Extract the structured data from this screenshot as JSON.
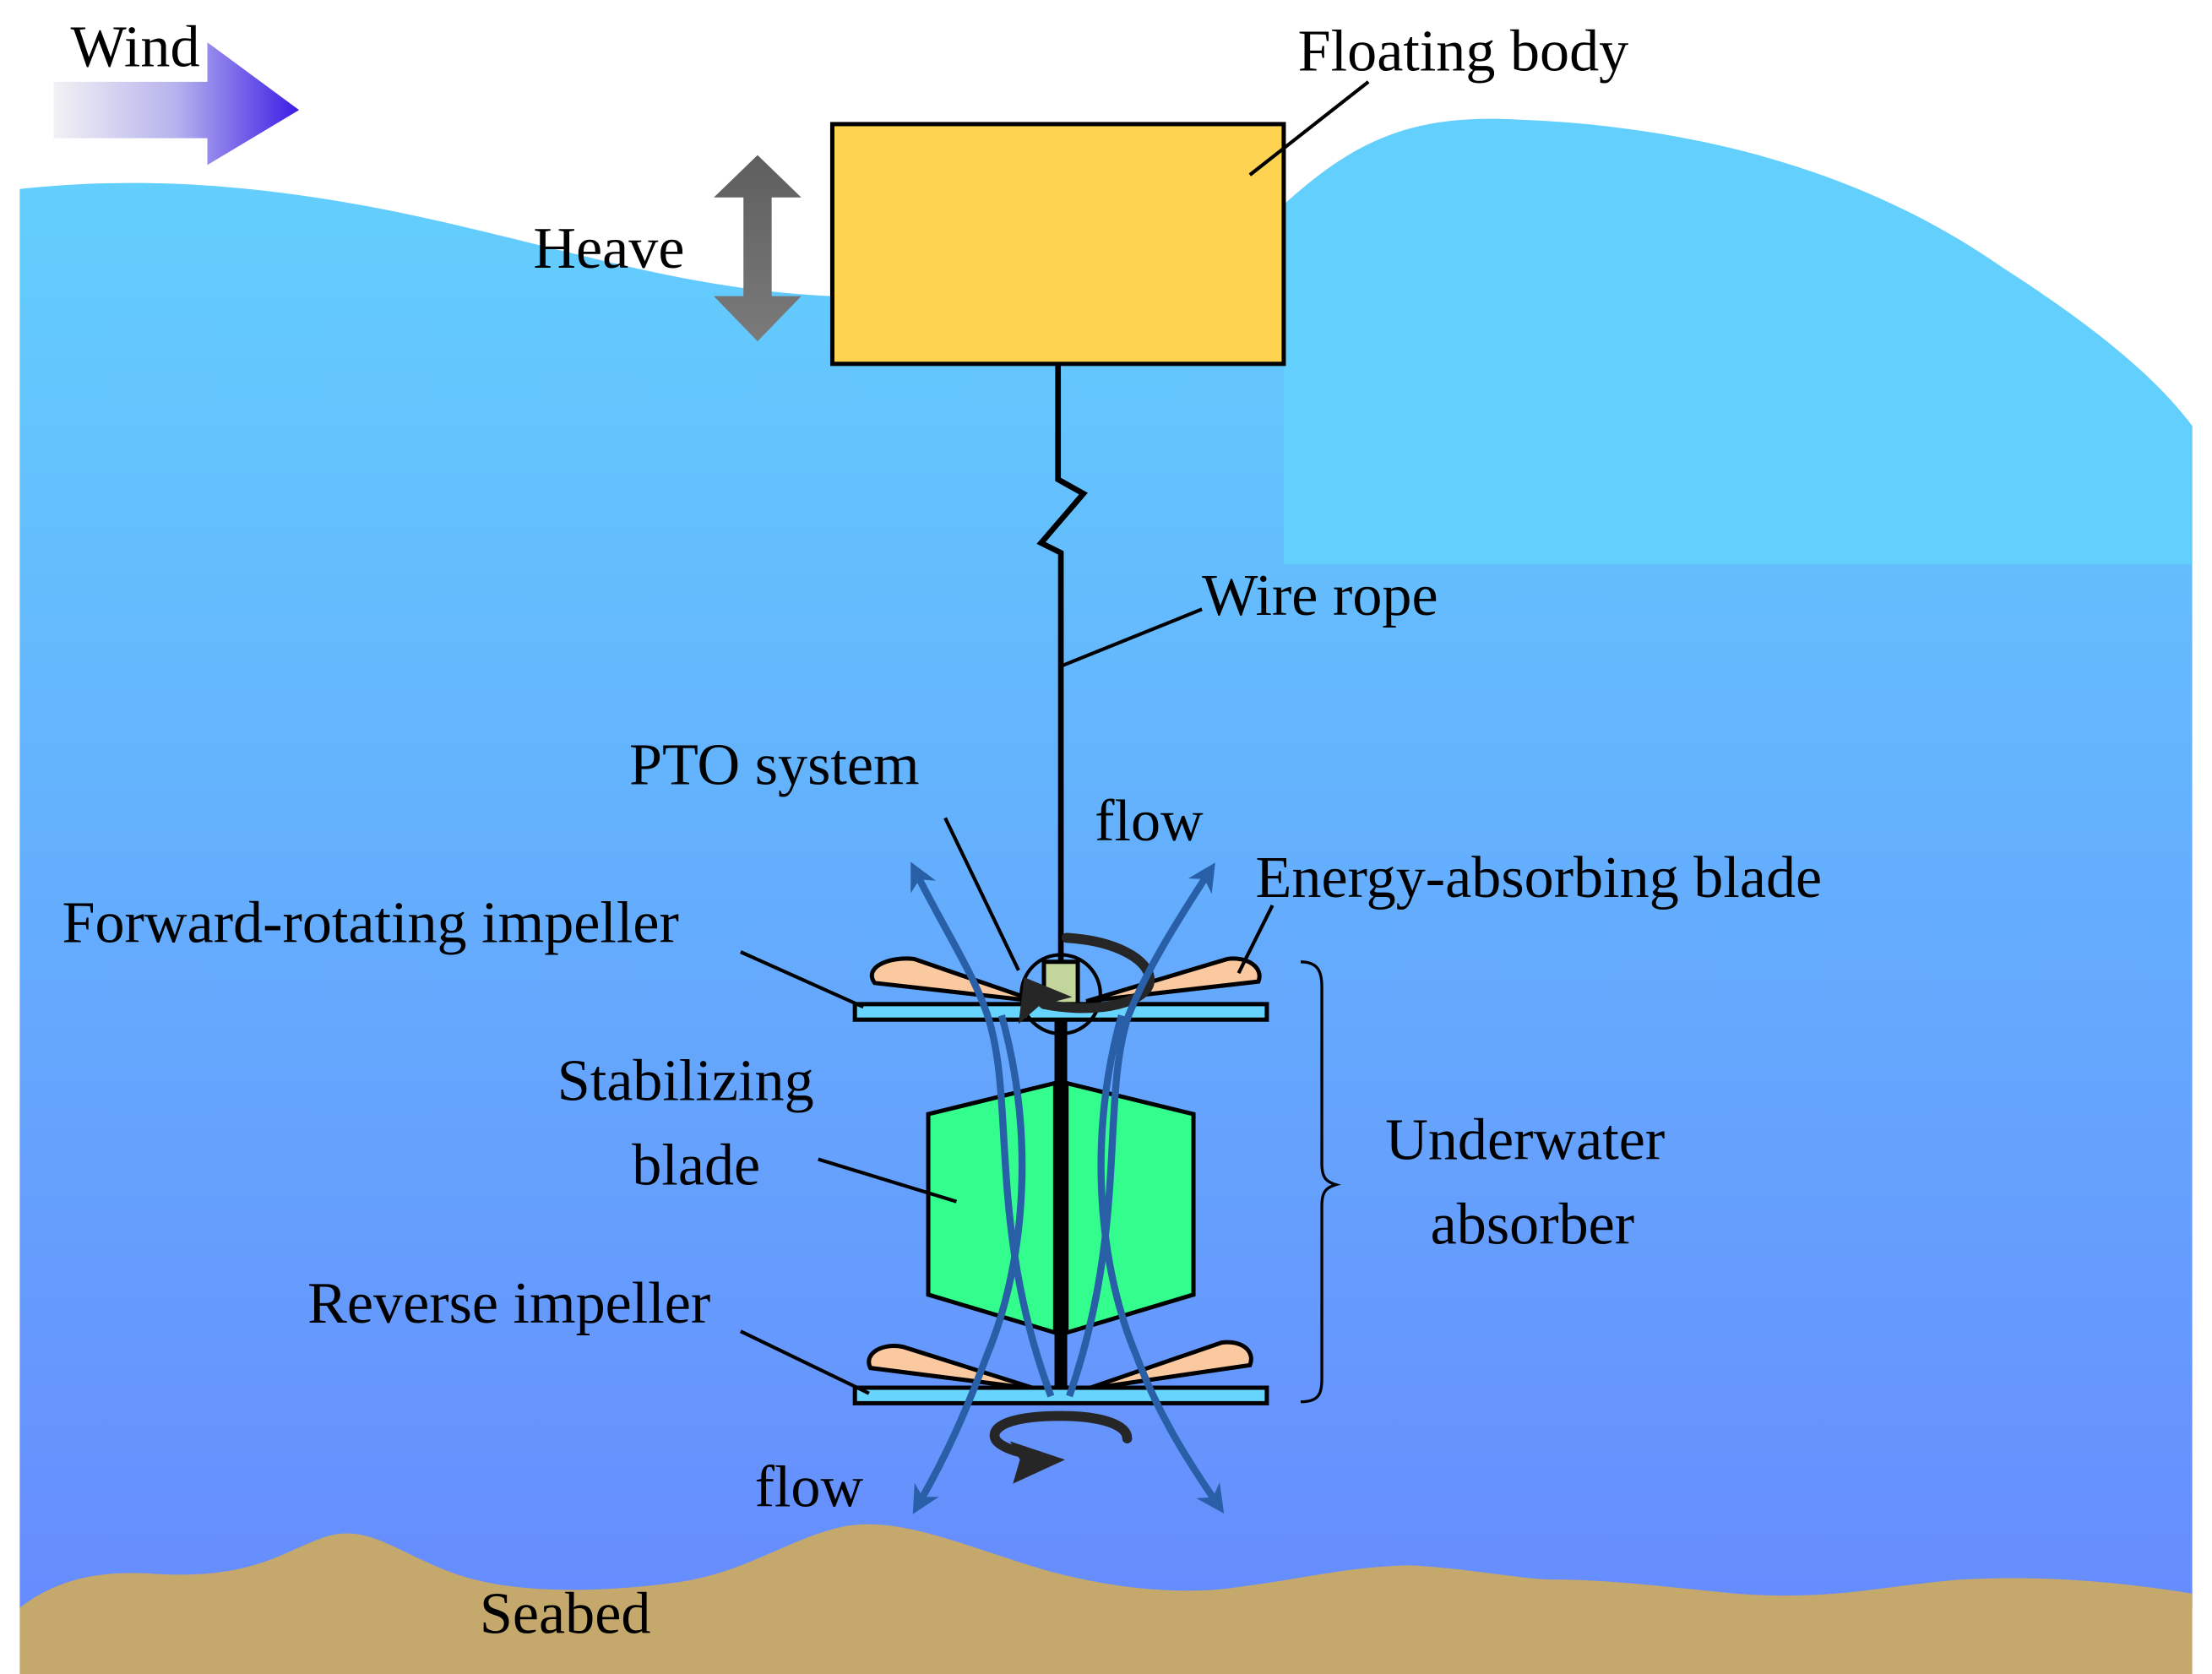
{
  "diagram": {
    "type": "schematic",
    "subject": "Floating wave energy converter with underwater absorber",
    "labels": {
      "wind": "Wind",
      "heave": "Heave",
      "floating_body": "Floating body",
      "wire_rope": "Wire rope",
      "pto_system": "PTO system",
      "flow_top": "flow",
      "energy_absorbing_blade": "Energy-absorbing blade",
      "forward_rotating_impeller": "Forward-rotating impeller",
      "stabilizing_blade_line1": "Stabilizing",
      "stabilizing_blade_line2": "blade",
      "underwater_absorber_line1": "Underwater",
      "underwater_absorber_line2": "absorber",
      "reverse_impeller": "Reverse impeller",
      "flow_bottom": "flow",
      "seabed": "Seabed"
    },
    "colors": {
      "water_top": "#63cffd",
      "water_bottom": "#668cfd",
      "floating_body": "#fdd351",
      "seabed": "#c4a86c",
      "impeller_plate": "#66d4fd",
      "blade": "#fbc9a0",
      "stabilizer": "#33fd8c",
      "pto": "#c2d59a",
      "flow_arrow": "#295fa6",
      "heave_arrow": "#6a6a6a",
      "wind_arrow_end": "#3a1de6"
    }
  }
}
